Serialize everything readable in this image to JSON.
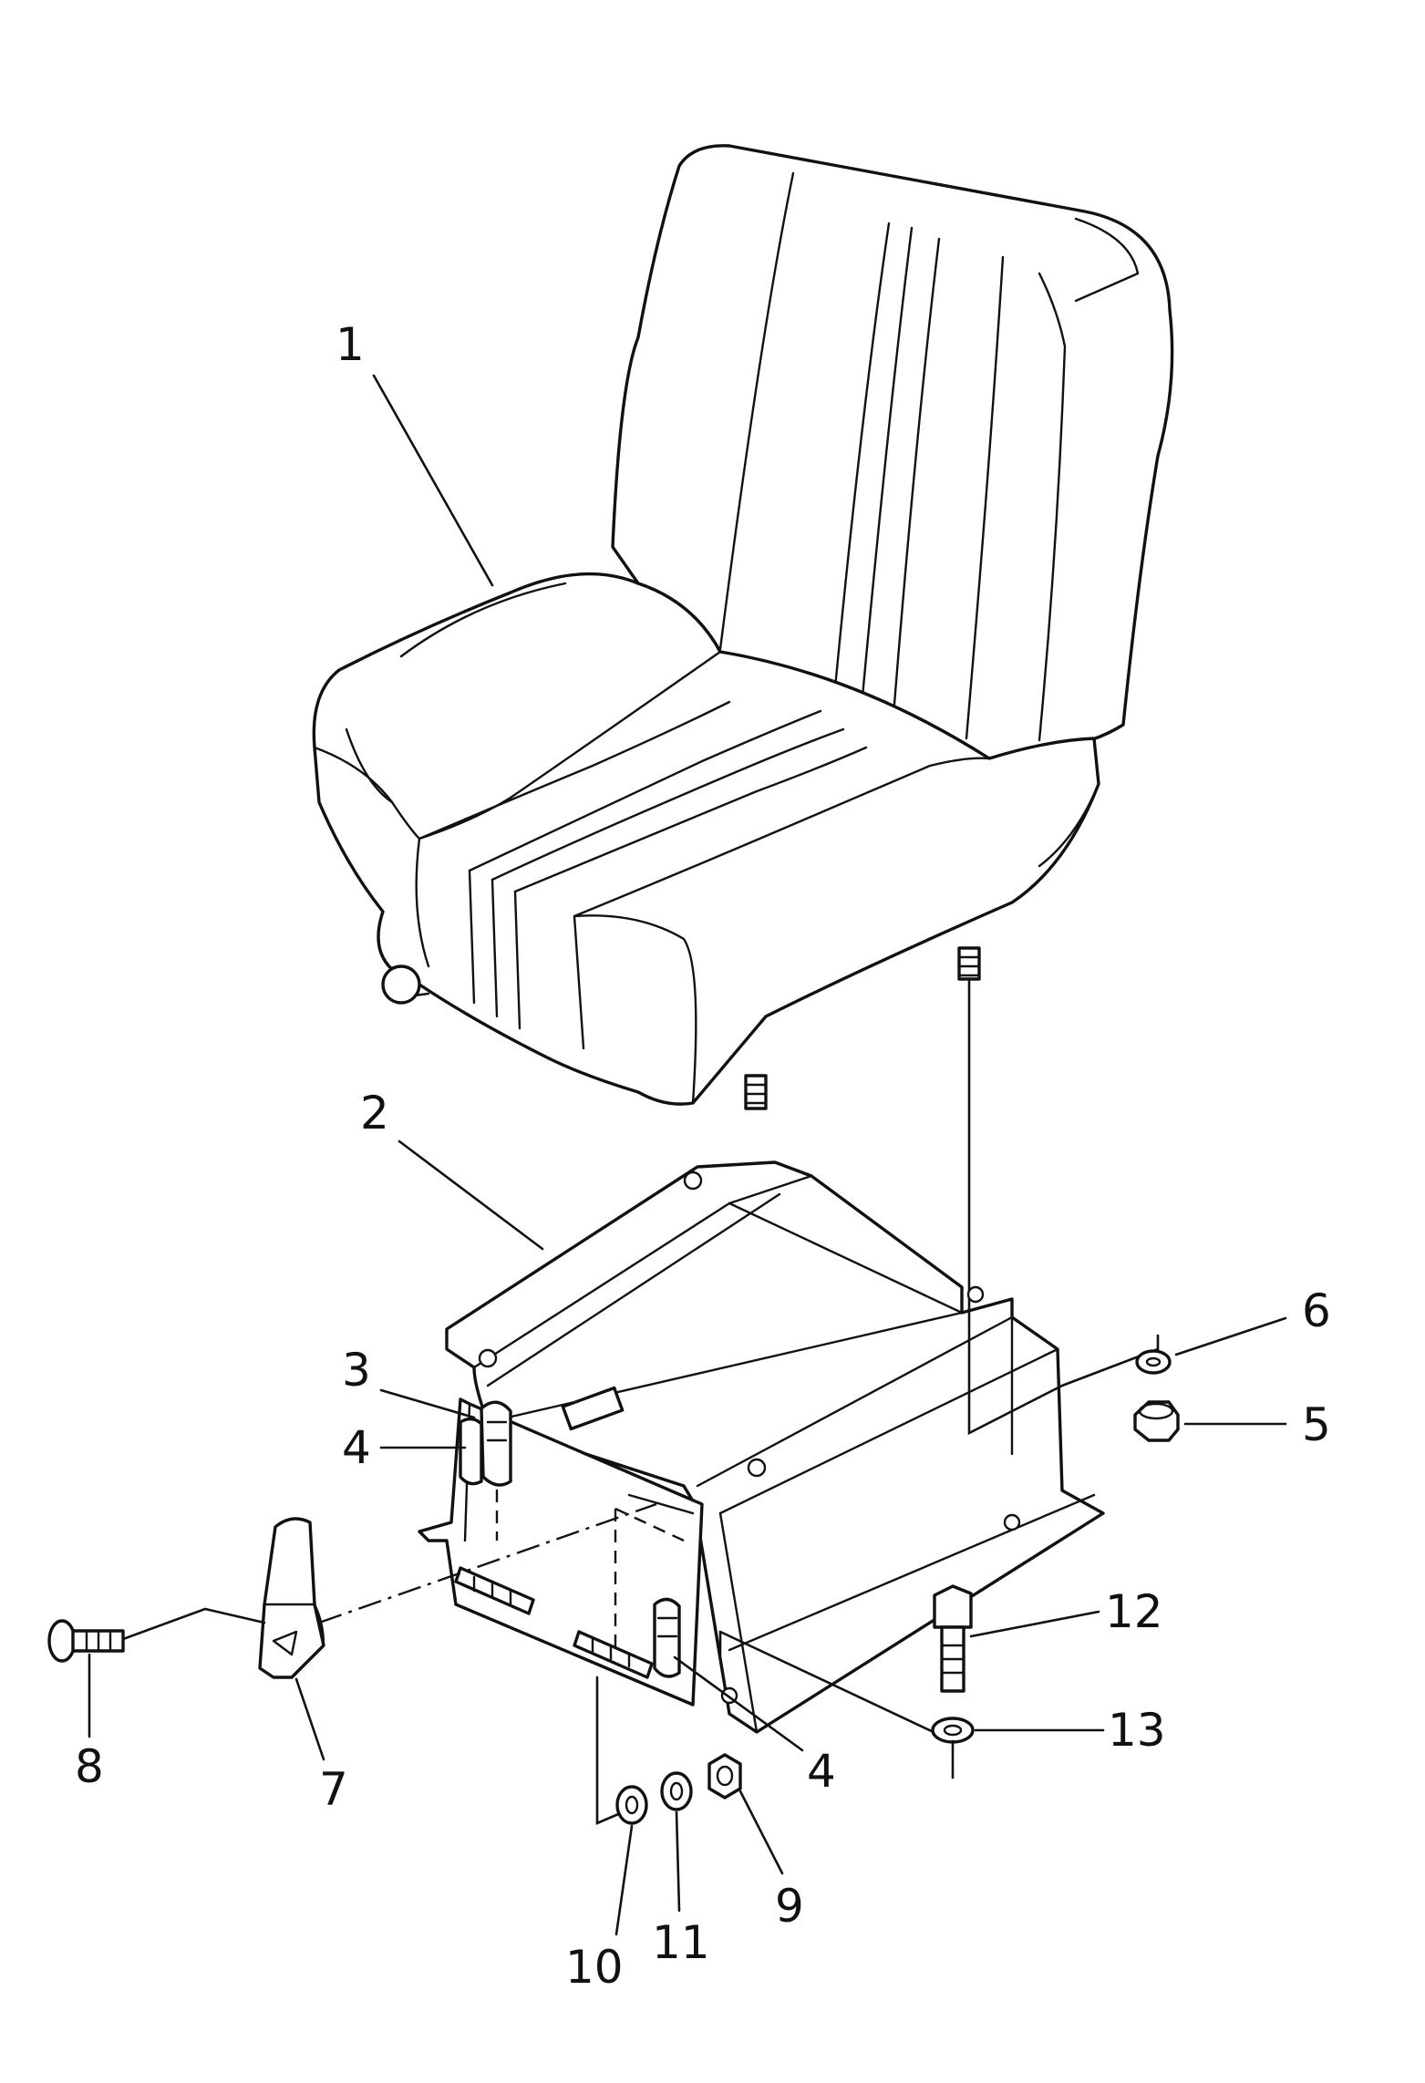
{
  "callouts": [
    {
      "id": "1",
      "text": "1"
    },
    {
      "id": "2",
      "text": "2"
    },
    {
      "id": "3",
      "text": "3"
    },
    {
      "id": "4a",
      "text": "4"
    },
    {
      "id": "4b",
      "text": "4"
    },
    {
      "id": "5",
      "text": "5"
    },
    {
      "id": "6",
      "text": "6"
    },
    {
      "id": "7",
      "text": "7"
    },
    {
      "id": "8",
      "text": "8"
    },
    {
      "id": "9",
      "text": "9"
    },
    {
      "id": "10",
      "text": "10"
    },
    {
      "id": "11",
      "text": "11"
    },
    {
      "id": "12",
      "text": "12"
    },
    {
      "id": "13",
      "text": "13"
    }
  ],
  "colors": {
    "ink": "#111111",
    "paper": "#ffffff"
  }
}
